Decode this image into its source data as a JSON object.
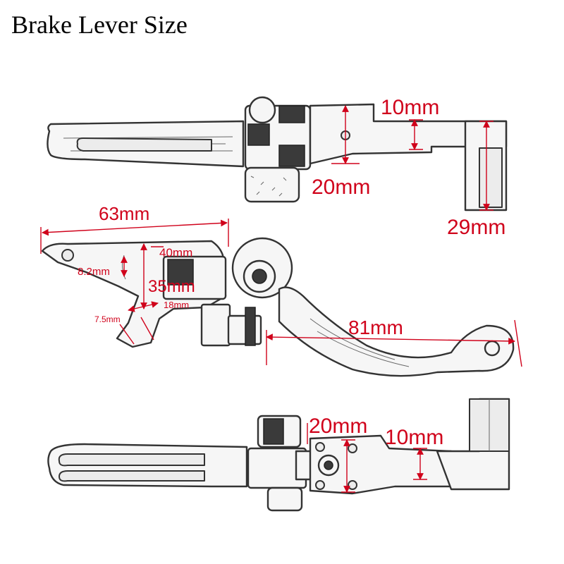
{
  "title": "Brake Lever Size",
  "colors": {
    "dimension": "#d0021b",
    "outline": "#333333",
    "background": "#ffffff"
  },
  "top_view": {
    "dim_10mm": "10mm",
    "dim_20mm": "20mm",
    "dim_29mm": "29mm"
  },
  "middle_view": {
    "dim_63mm": "63mm",
    "dim_40mm": "40mm",
    "dim_8_2mm": "8.2mm",
    "dim_35mm": "35mm",
    "dim_18mm": "18mm",
    "dim_7_5mm": "7.5mm",
    "dim_81mm": "81mm"
  },
  "bottom_view": {
    "dim_20mm": "20mm",
    "dim_10mm": "10mm"
  }
}
